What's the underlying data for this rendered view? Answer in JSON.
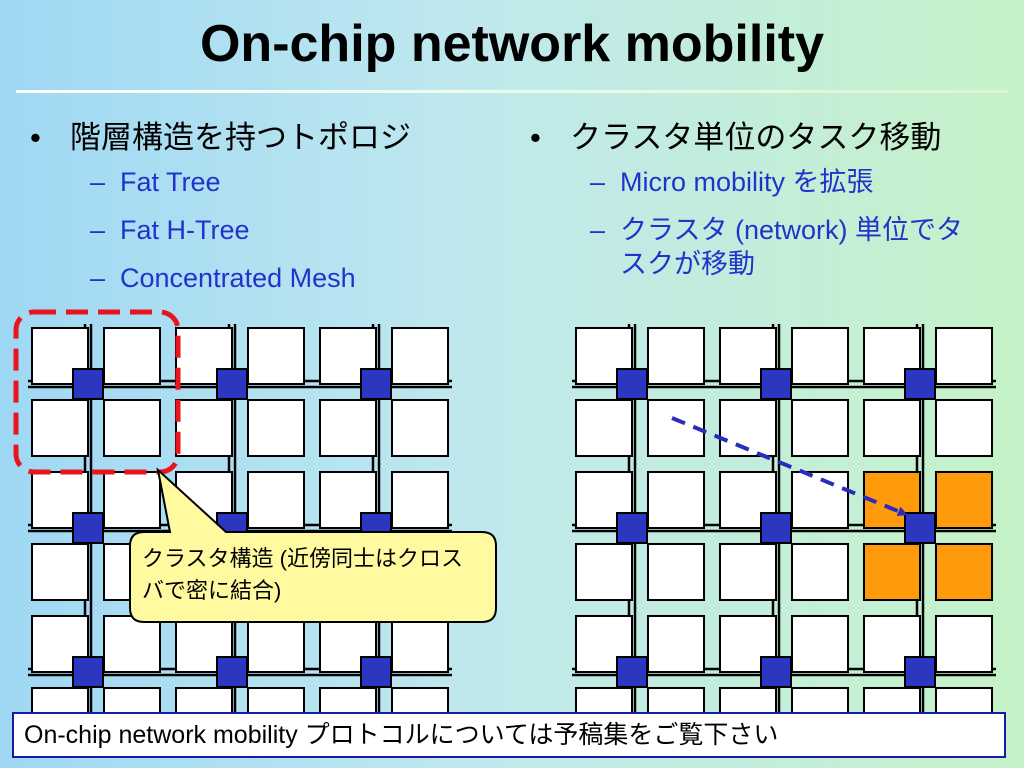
{
  "slide": {
    "title": "On-chip network mobility",
    "left": {
      "bullet": "階層構造を持つトポロジ",
      "subitems": [
        "Fat Tree",
        "Fat H-Tree",
        "Concentrated Mesh"
      ]
    },
    "right": {
      "bullet": "クラスタ単位のタスク移動",
      "subitems": [
        "Micro mobility を拡張",
        "クラスタ (network) 単位でタスクが移動"
      ]
    },
    "bullet_symbol": "•",
    "dash_symbol": "–",
    "callout": "クラスタ構造 (近傍同士はクロスバで密に結合)",
    "footer": "On-chip network mobility プロトコルについては予稿集をご覧下さい"
  },
  "colors": {
    "core_fill": "#ffffff",
    "router_fill": "#2a35c0",
    "link": "#000000",
    "cluster_highlight": "#e8141e",
    "moved_task_fill": "#ff9a0a",
    "migration_arrow": "#2b2bbf",
    "callout_fill": "#fffaa0",
    "text_blue": "#2233cc"
  }
}
